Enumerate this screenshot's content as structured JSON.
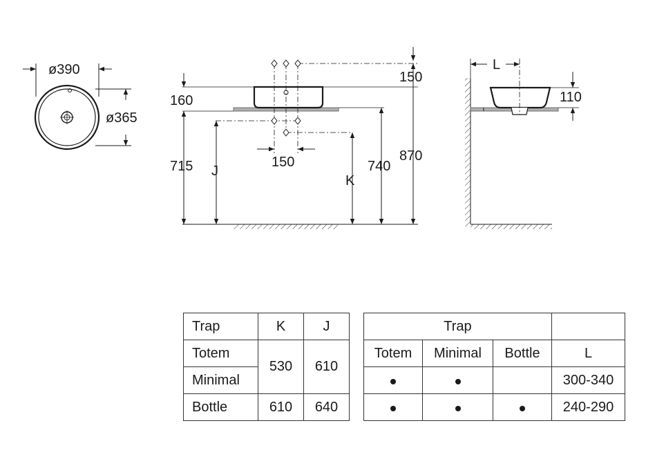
{
  "dimensions": {
    "outer_diameter": "ø390",
    "inner_diameter": "ø365",
    "tap_spacing": "150",
    "mount_height": "160",
    "rim_height": "870",
    "drain_height": "740",
    "vanity_height": "715",
    "trap_spacing": "150",
    "basin_depth": "110",
    "j": "J",
    "k": "K",
    "l": "L"
  },
  "table_kj": {
    "header": {
      "trap": "Trap",
      "k": "K",
      "j": "J"
    },
    "rows": [
      {
        "names": [
          "Totem",
          "Minimal"
        ],
        "k": "530",
        "j": "610"
      },
      {
        "names": [
          "Bottle"
        ],
        "k": "610",
        "j": "640"
      }
    ]
  },
  "table_l": {
    "header": {
      "trap": "Trap",
      "totem": "Totem",
      "minimal": "Minimal",
      "bottle": "Bottle",
      "l": "L"
    },
    "rows": [
      {
        "totem": true,
        "minimal": true,
        "bottle": false,
        "l": "300-340"
      },
      {
        "totem": true,
        "minimal": true,
        "bottle": true,
        "l": "240-290"
      }
    ]
  }
}
